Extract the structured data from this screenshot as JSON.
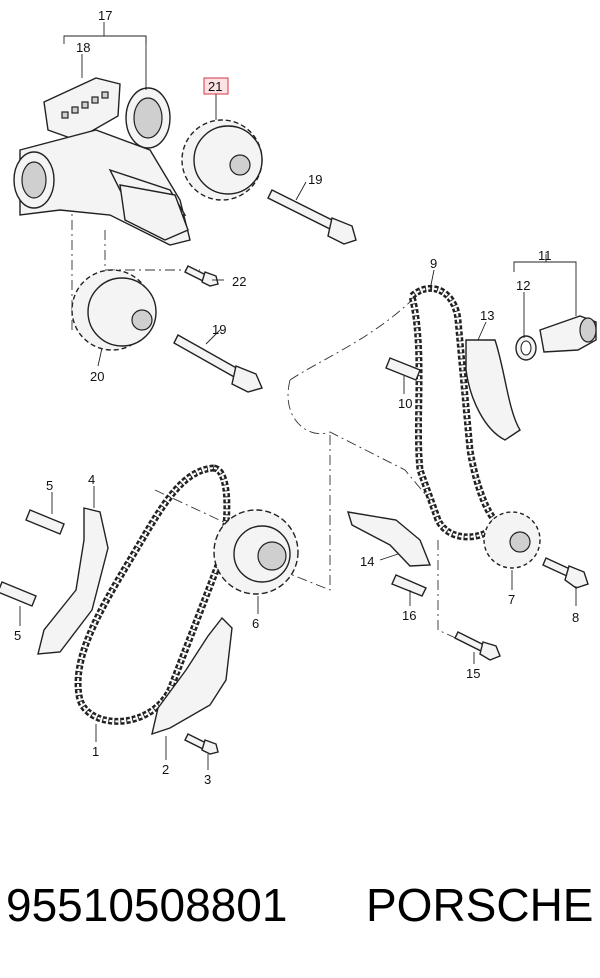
{
  "callouts": {
    "c1": "1",
    "c2": "2",
    "c3": "3",
    "c4": "4",
    "c5a": "5",
    "c5b": "5",
    "c6": "6",
    "c7": "7",
    "c8": "8",
    "c9": "9",
    "c10": "10",
    "c11": "11",
    "c12": "12",
    "c13": "13",
    "c14": "14",
    "c15": "15",
    "c16": "16",
    "c17": "17",
    "c18": "18",
    "c19a": "19",
    "c19b": "19",
    "c20": "20",
    "c21": "21",
    "c22": "22"
  },
  "highlighted_callout": "21",
  "highlight_color": "#d3344a",
  "caption": {
    "part_number": "95510508801",
    "brand": "PORSCHE"
  }
}
